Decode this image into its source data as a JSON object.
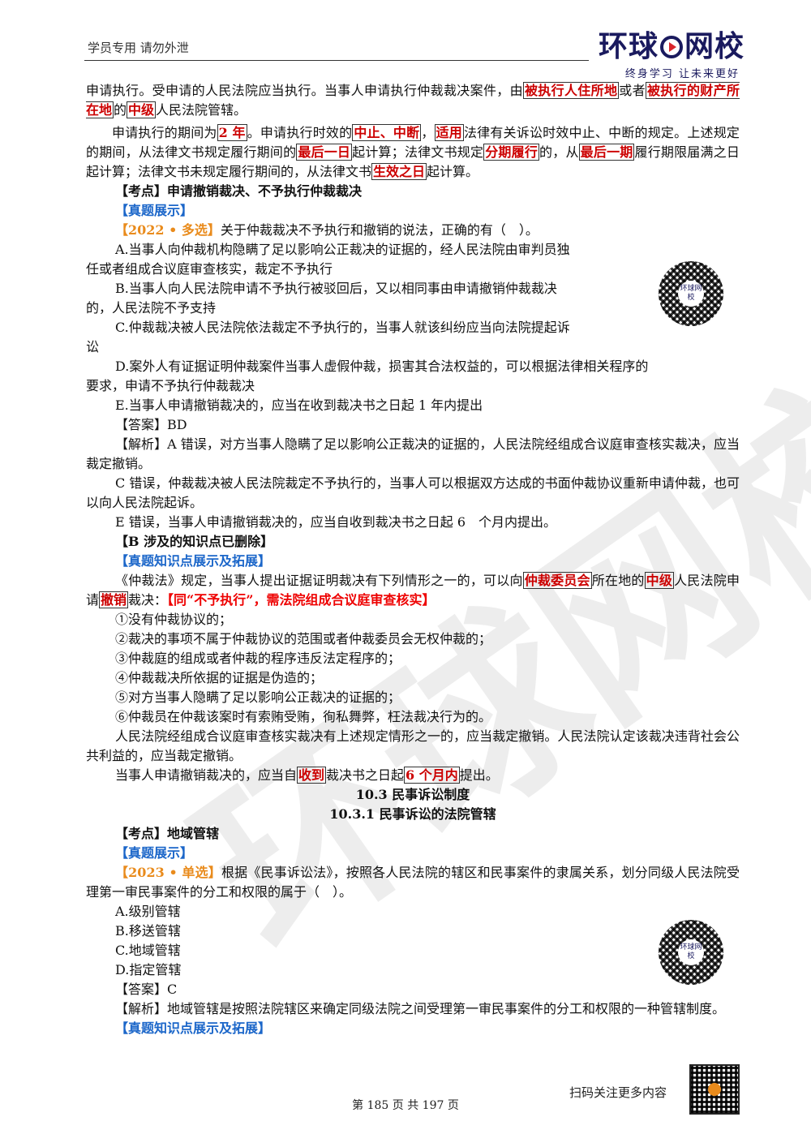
{
  "header": {
    "note": "学员专用 请勿外泄",
    "logo_left": "环球",
    "logo_right": "网校",
    "slogan": "终身学习 让未来更好"
  },
  "watermark": "环球网校",
  "qr_center_label": "环球网校",
  "blocks": {
    "p1": {
      "t1": "申请执行。受申请的人民法院应当执行。当事人申请执行仲裁裁决案件，由",
      "k1": "被执行人住所地",
      "t2": "或者",
      "k2": "被执行的财产所在地",
      "t3": "的",
      "k3": "中级",
      "t4": "人民法院管辖。"
    },
    "p2": {
      "t1": "申请执行的期间为",
      "k1": "2 年",
      "t2": "。申请执行时效的",
      "k2": "中止、中断",
      "t3": "，",
      "k3": "适用",
      "t4": "法律有关诉讼时效中止、中断的规定。上述规定的期间，从法律文书规定履行期间的",
      "k4": "最后一日",
      "t5": "起计算；法律文书规定",
      "k5": "分期履行",
      "t6": "的，从",
      "k6": "最后一期",
      "t7": "履行期限届满之日起计算；法律文书未规定履行期间的，从法律文书",
      "k7": "生效之日",
      "t8": "起计算。"
    },
    "kaodian1": "【考点】申请撤销裁决、不予执行仲裁裁决",
    "zhenti1": "【真题展示】",
    "q1": {
      "tag": "【2022 • 多选】",
      "stem": "关于仲裁裁决不予执行和撤销的说法，正确的有（　）。"
    },
    "q1_options": [
      {
        "a": "A.当事人向仲裁机构隐瞒了足以影响公正裁决的证据的，经人民法院由审判员独",
        "b": "任或者组成合议庭审查核实，裁定不予执行"
      },
      {
        "a": "B.当事人向人民法院申请不予执行被驳回后，又以相同事由申请撤销仲裁裁决",
        "b": "的，人民法院不予支持"
      },
      {
        "a": "C.仲裁裁决被人民法院依法裁定不予执行的，当事人就该纠纷应当向法院提起诉",
        "b": "讼"
      },
      {
        "a": "D.案外人有证据证明仲裁案件当事人虚假仲裁，损害其合法权益的，可以根据法律相关程序的",
        "b": "要求，申请不予执行仲裁裁决"
      },
      {
        "a": "E.当事人申请撤销裁决的，应当在收到裁决书之日起 1 年内提出",
        "b": ""
      }
    ],
    "q1_answer": "【答案】BD",
    "q1_analysis": "【解析】A 错误，对方当事人隐瞒了足以影响公正裁决的证据的，人民法院经组成合议庭审查核实裁决，应当裁定撤销。",
    "q1_c": "C 错误，仲裁裁决被人民法院裁定不予执行的，当事人可以根据双方达成的书面仲裁协议重新申请仲裁，也可以向人民法院起诉。",
    "q1_e": "E 错误，当事人申请撤销裁决的，应当自收到裁决书之日起 6　个月内提出。",
    "b_deleted": "【B 涉及的知识点已删除】",
    "zhenti_ext1": "【真题知识点展示及拓展】",
    "p3": {
      "t1": "《仲裁法》规定，当事人提出证据证明裁决有下列情形之一的，可以向",
      "k1": "仲裁委员会",
      "t2": "所在地的",
      "k2": "中级",
      "t3": "人民法院申请",
      "k3": "撤销",
      "t4": "裁决：",
      "note": "【同“不予执行”，需法院组成合议庭审查核实】"
    },
    "list": [
      "①没有仲裁协议的；",
      "②裁决的事项不属于仲裁协议的范围或者仲裁委员会无权仲裁的；",
      "③仲裁庭的组成或者仲裁的程序违反法定程序的；",
      "④仲裁裁决所依据的证据是伪造的；",
      "⑤对方当事人隐瞒了足以影响公正裁决的证据的；",
      "⑥仲裁员在仲裁该案时有索贿受贿，徇私舞弊，枉法裁决行为的。"
    ],
    "p4": "人民法院经组成合议庭审查核实裁决有上述规定情形之一的，应当裁定撤销。人民法院认定该裁决违背社会公共利益的，应当裁定撤销。",
    "p5": {
      "t1": "当事人申请撤销裁决的，应当自",
      "k1": "收到",
      "t2": "裁决书之日起",
      "k2": "6 个月内",
      "t3": "提出。"
    },
    "sec1": "10.3 民事诉讼制度",
    "sec2": "10.3.1 民事诉讼的法院管辖",
    "kaodian2": "【考点】地域管辖",
    "zhenti2": "【真题展示】",
    "q2": {
      "tag": "【2023 • 单选】",
      "stem": "根据《民事诉讼法》，按照各人民法院的辖区和民事案件的隶属关系，划分同级人民法院受理第一审民事案件的分工和权限的属于（　）。"
    },
    "q2_options": [
      "A.级别管辖",
      "B.移送管辖",
      "C.地域管辖",
      "D.指定管辖"
    ],
    "q2_answer": "【答案】C",
    "q2_analysis": "【解析】地域管辖是按照法院辖区来确定同级法院之间受理第一审民事案件的分工和权限的一种管辖制度。",
    "zhenti_ext2": "【真题知识点展示及拓展】"
  },
  "footer": {
    "scan": "扫码关注更多内容",
    "page": "第 185 页 共 197 页"
  }
}
